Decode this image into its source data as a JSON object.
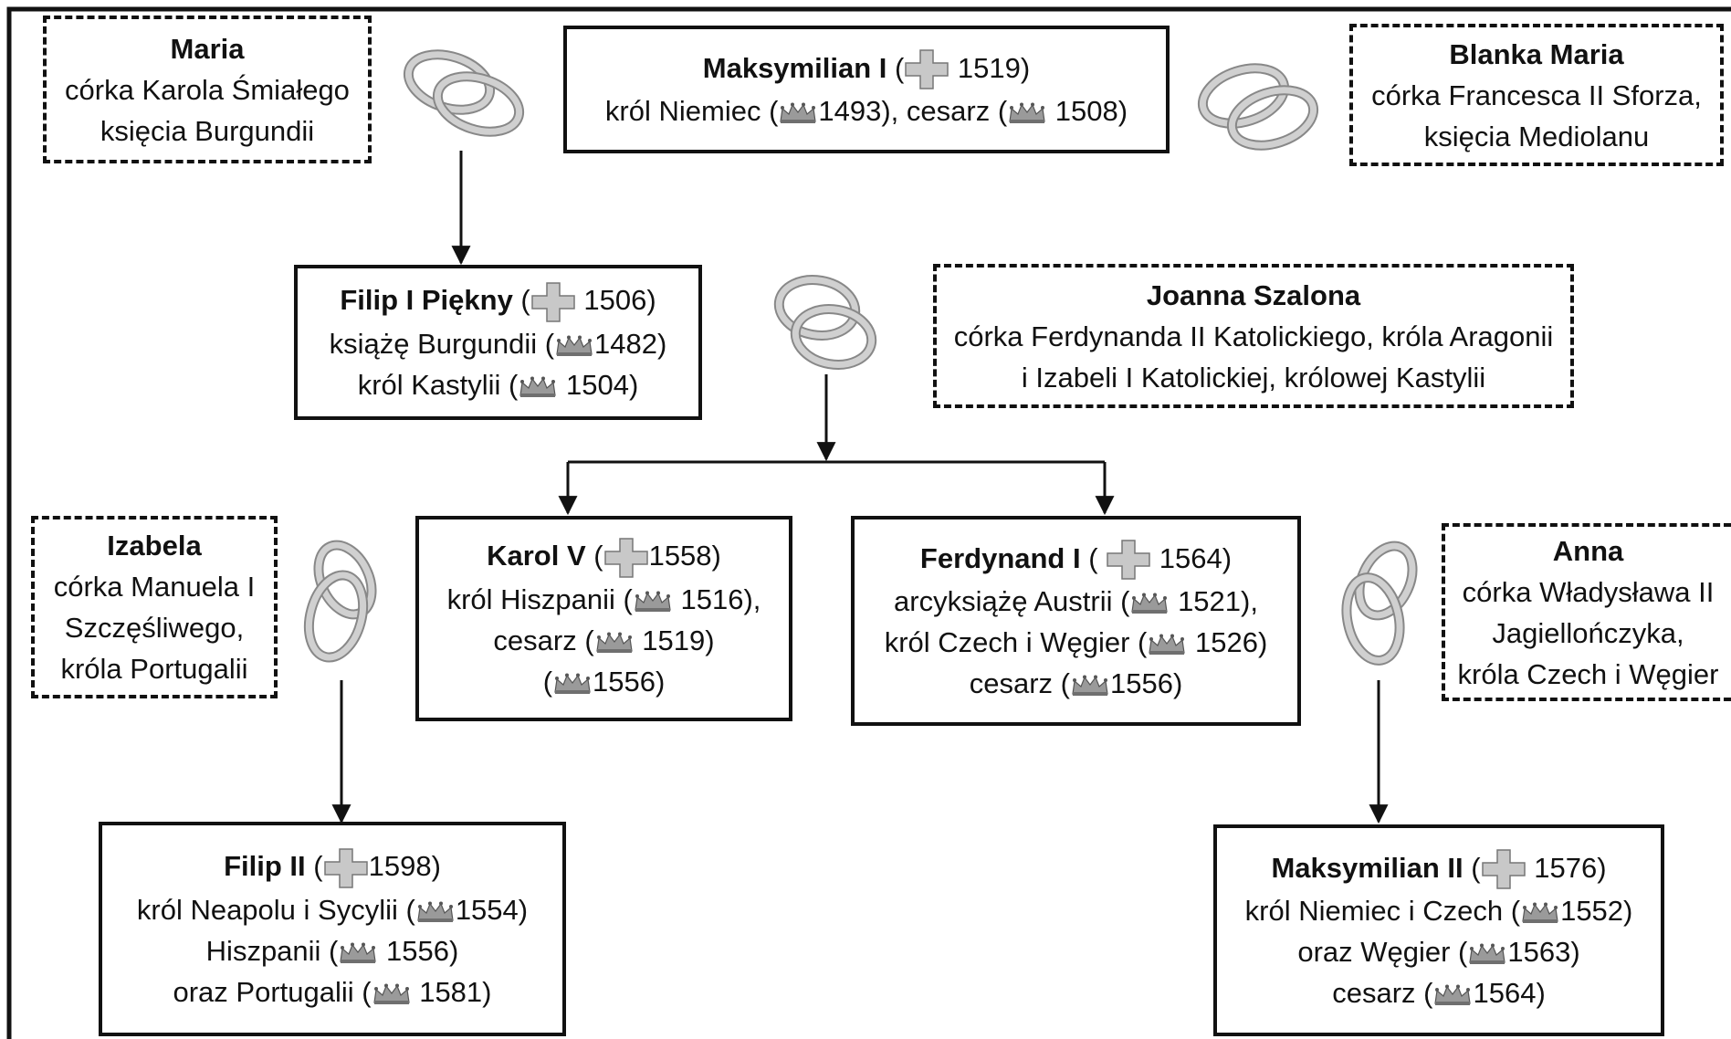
{
  "colors": {
    "line": "#111111",
    "icon_fill": "#c8c8c8",
    "icon_stroke": "#777777"
  },
  "icons": {
    "death": "cross-icon",
    "title": "crown-icon",
    "marriage": "wedding-rings-icon"
  },
  "nodes": {
    "maria": {
      "name": "Maria",
      "lines": [
        "córka Karola Śmiałego",
        "księcia Burgundii"
      ]
    },
    "maks1": {
      "name": "Maksymilian I",
      "died": "1519",
      "l1_pre": "król Niemiec (",
      "l1_year": "1493",
      "l1_mid": "), cesarz (",
      "l1_year2": "1508",
      "l1_post": ")"
    },
    "blanka": {
      "name": "Blanka Maria",
      "lines": [
        "córka Francesca II Sforza,",
        "księcia Mediolanu"
      ]
    },
    "filip1": {
      "name": "Filip I Piękny",
      "died": "1506",
      "l1_pre": "książę Burgundii (",
      "l1_year": "1482",
      "l1_post": ")",
      "l2_pre": "król Kastylii (",
      "l2_year": "1504",
      "l2_post": ")"
    },
    "joanna": {
      "name": "Joanna Szalona",
      "lines": [
        "córka Ferdynanda II Katolickiego, króla Aragonii",
        "i Izabeli I Katolickiej, królowej Kastylii"
      ]
    },
    "karol": {
      "name": "Karol V",
      "died": "1558",
      "l1_pre": "król Hiszpanii (",
      "l1_year": "1516",
      "l1_post": "),",
      "l2_pre": "cesarz (",
      "l2_year": "1519",
      "l2_post": ")",
      "l3_pre": "(",
      "l3_year": "1556",
      "l3_post": ")"
    },
    "ferdynand": {
      "name": "Ferdynand I",
      "died": "1564",
      "l1_pre": "arcyksiążę Austrii (",
      "l1_year": "1521",
      "l1_post": "),",
      "l2_pre": "król Czech i Węgier (",
      "l2_year": "1526",
      "l2_post": ")",
      "l3_pre": "cesarz (",
      "l3_year": "1556",
      "l3_post": ")"
    },
    "izabela": {
      "name": "Izabela",
      "lines": [
        "córka Manuela I",
        "Szczęśliwego,",
        "króla Portugalii"
      ]
    },
    "anna": {
      "name": "Anna",
      "lines": [
        "córka Władysława II",
        "Jagiellończyka,",
        "króla Czech i Węgier"
      ]
    },
    "filip2": {
      "name": "Filip II",
      "died": "1598",
      "l1_pre": "król Neapolu i Sycylii (",
      "l1_year": "1554",
      "l1_post": ")",
      "l2_pre": "Hiszpanii  (",
      "l2_year": "1556",
      "l2_post": ")",
      "l3_pre": "oraz Portugalii (",
      "l3_year": "1581",
      "l3_post": ")"
    },
    "maks2": {
      "name": "Maksymilian II",
      "died": "1576",
      "l1_pre": "król Niemiec i Czech (",
      "l1_year": "1552",
      "l1_post": ")",
      "l2_pre": "oraz Węgier (",
      "l2_year": "1563",
      "l2_post": ")",
      "l3_pre": "cesarz (",
      "l3_year": "1564",
      "l3_post": ")"
    }
  }
}
